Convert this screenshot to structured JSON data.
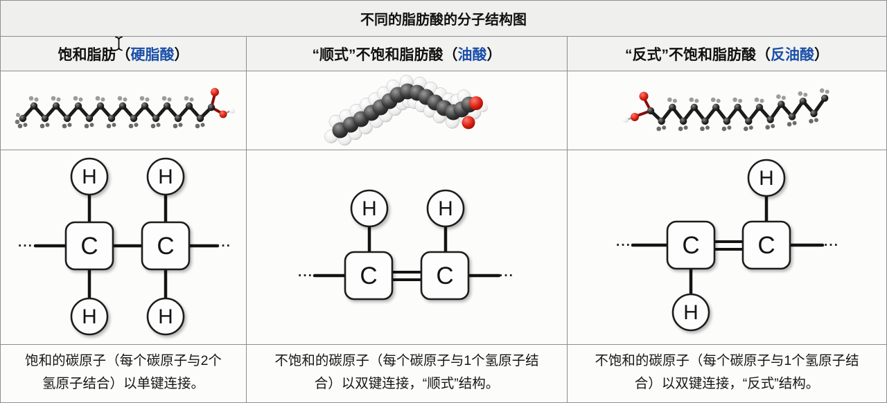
{
  "colors": {
    "term_blue": "#1a4fa8",
    "border": "#8b8b93",
    "title_bg": "#efefee",
    "header_bg": "#f2f2f0",
    "cell_bg": "#fcfcfb"
  },
  "title": "不同的脂肪酸的分子结构图",
  "atoms": {
    "carbon": "C",
    "hydrogen": "H"
  },
  "ellipsis": "···",
  "columns": [
    {
      "header_prefix": "饱和脂肪",
      "paren_open": "（",
      "term": "硬脂酸",
      "paren_close": "）",
      "desc_line1": "饱和的碳原子（每个碳原子与2个",
      "desc_line2": "氢原子结合）以单键连接。"
    },
    {
      "header_prefix": "“顺式”不饱和脂肪酸",
      "paren_open": "（",
      "term": "油酸",
      "paren_close": "）",
      "desc_line1": "不饱和的碳原子（每个碳原子与1个氢原子结",
      "desc_line2": "合）以双键连接，“顺式”结构。"
    },
    {
      "header_prefix": "“反式”不饱和脂肪酸",
      "paren_open": "（",
      "term": "反油酸",
      "paren_close": "）",
      "desc_line1": "不饱和的碳原子（每个碳原子与1个氢原子结",
      "desc_line2": "合）以双键连接，“反式”结构。"
    }
  ]
}
